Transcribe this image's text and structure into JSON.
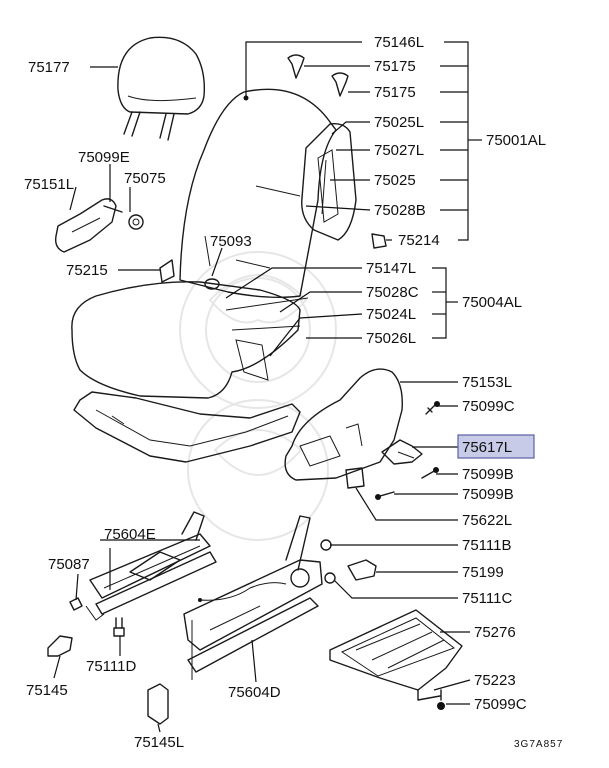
{
  "diagram": {
    "highlight_color": "#c7cbe7",
    "part_numbers": {
      "p75177": "75177",
      "p75099e": "75099E",
      "p75075": "75075",
      "p75151l": "75151L",
      "p75093": "75093",
      "p75215": "75215",
      "p75146l": "75146L",
      "p75175a": "75175",
      "p75175b": "75175",
      "p75025l": "75025L",
      "p75027l": "75027L",
      "p75025": "75025",
      "p75028b": "75028B",
      "p75214": "75214",
      "p75001al": "75001AL",
      "p75147l": "75147L",
      "p75028c": "75028C",
      "p75024l": "75024L",
      "p75026l": "75026L",
      "p75004al": "75004AL",
      "p75153l": "75153L",
      "p75099c_a": "75099C",
      "p75617l": "75617L",
      "p75099b_a": "75099B",
      "p75099b_b": "75099B",
      "p75622l": "75622L",
      "p75111b": "75111B",
      "p75199": "75199",
      "p75111c": "75111C",
      "p75276": "75276",
      "p75223": "75223",
      "p75099c_b": "75099C",
      "p75604e": "75604E",
      "p75087": "75087",
      "p75111d": "75111D",
      "p75145": "75145",
      "p75145l": "75145L",
      "p75604d": "75604D"
    },
    "diagram_code": "3G7A857"
  }
}
